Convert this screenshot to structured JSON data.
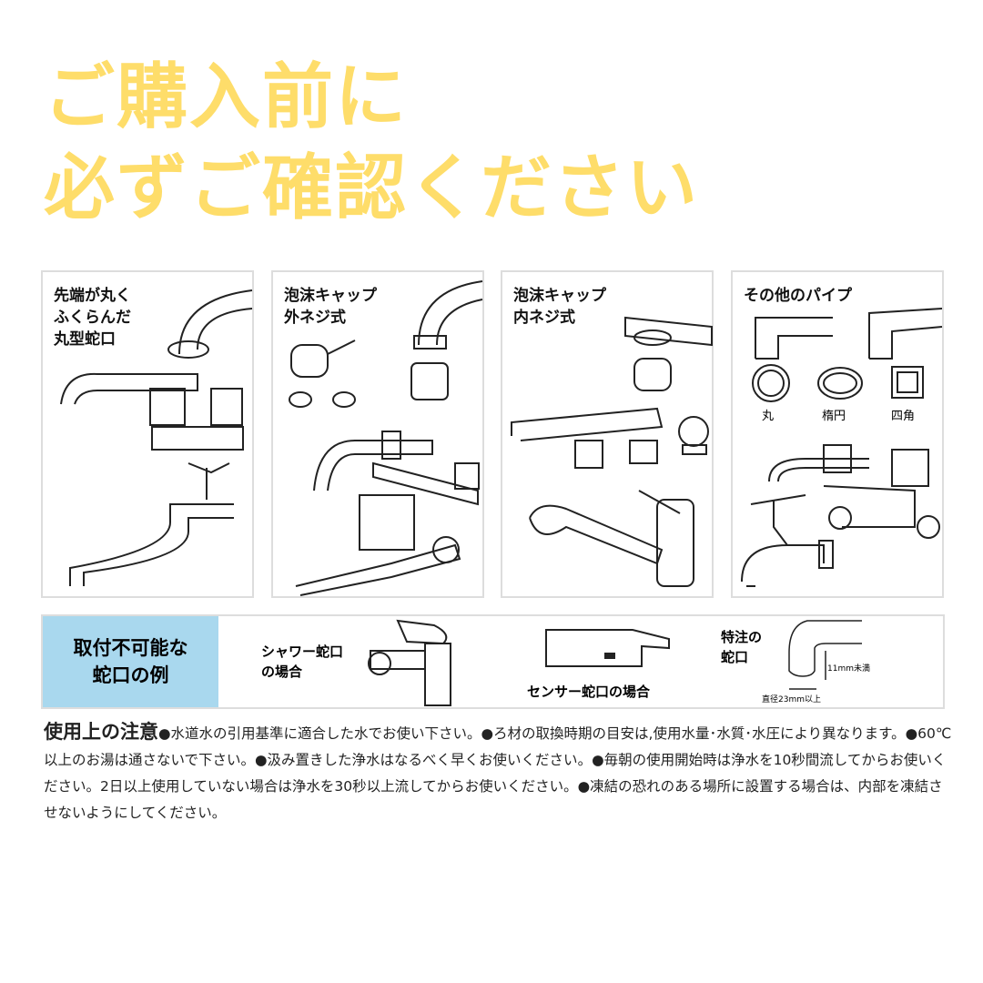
{
  "title": {
    "line1": "ご購入前に",
    "line2": "必ずご確認ください"
  },
  "panels": [
    {
      "label": "先端が丸く\nふくらんだ\n丸型蛇口"
    },
    {
      "label": "泡沫キャップ\n外ネジ式"
    },
    {
      "label": "泡沫キャップ\n内ネジ式"
    },
    {
      "label": "その他のパイプ",
      "shapes": [
        "丸",
        "楕円",
        "四角"
      ]
    }
  ],
  "incompatible": {
    "heading": "取付不可能な\n蛇口の例",
    "shower": "シャワー蛇口\nの場合",
    "sensor": "センサー蛇口の場合",
    "special": "特注の\n蛇口",
    "dim_height": "11mm未満",
    "dim_width": "直径23mm以上"
  },
  "notice": {
    "heading": "使用上の注意",
    "text": "●水道水の引用基準に適合した水でお使い下さい。●ろ材の取換時期の目安は,使用水量･水質･水圧により異なります。●60℃以上のお湯は通さないで下さい。●汲み置きした浄水はなるべく早くお使いください。●毎朝の使用開始時は浄水を10秒間流してからお使いください。2日以上使用していない場合は浄水を30秒以上流してからお使いください。●凍結の恐れのある場所に設置する場合は、内部を凍結させないようにしてください。"
  },
  "colors": {
    "title": "#fedd6a",
    "label_bg": "#a9d8ee"
  }
}
